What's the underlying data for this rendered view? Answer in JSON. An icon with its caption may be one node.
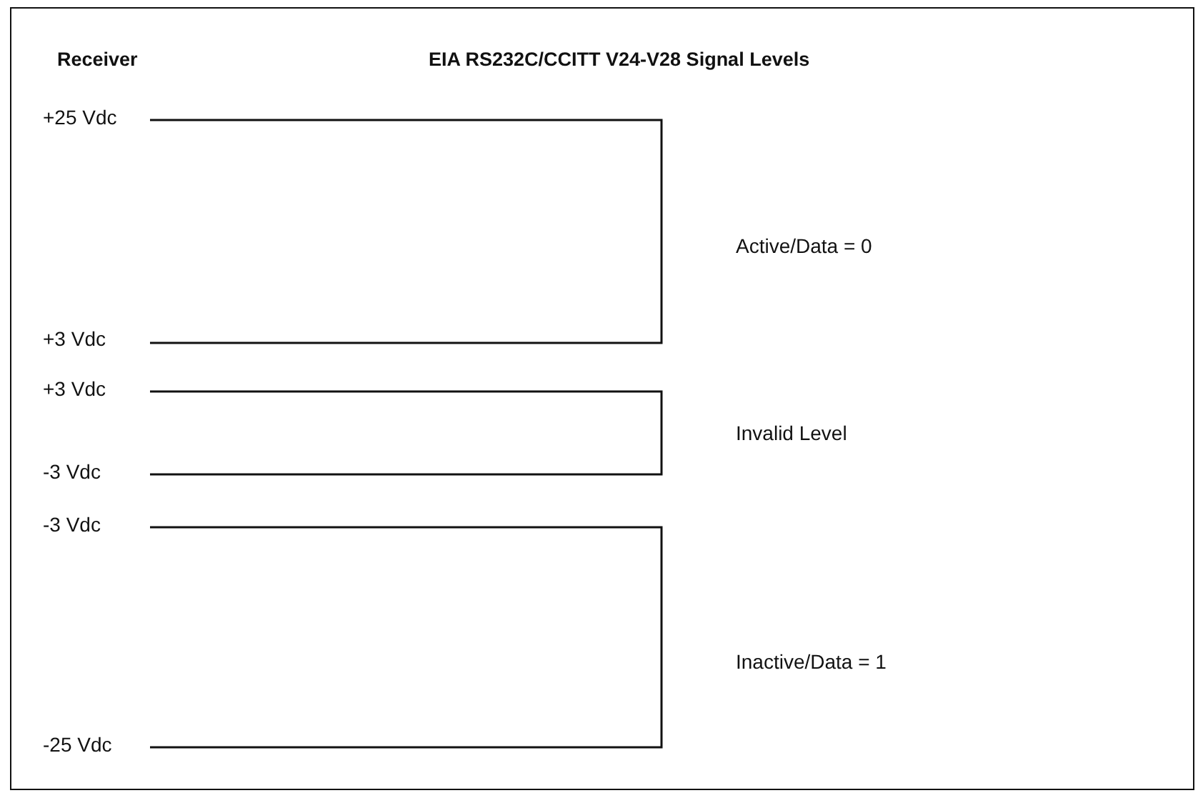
{
  "diagram": {
    "title": "EIA RS232C/CCITT V24-V28 Signal Levels",
    "labels": [
      "Receiver",
      "+25 Vdc",
      "Active/Data = 0",
      "+3 Vdc",
      "+3 Vdc",
      "Invalid Level",
      "-3 Vdc",
      "-3 Vdc",
      "Inactive/Data = 1",
      "-25 Vdc"
    ]
  }
}
